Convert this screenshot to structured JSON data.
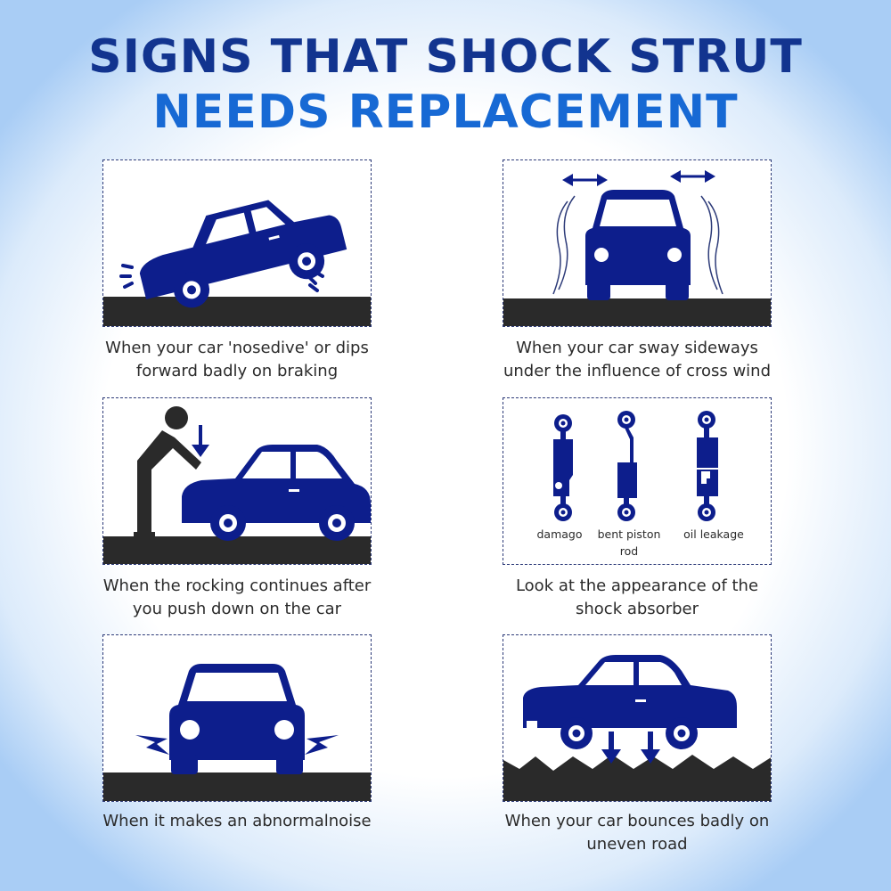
{
  "title": {
    "line1": "SIGNS THAT SHOCK STRUT",
    "line2": "NEEDS REPLACEMENT"
  },
  "colors": {
    "title_dark_blue": "#12348f",
    "title_light_blue": "#1769d4",
    "car_blue": "#0d1e8c",
    "ground": "#2a2a2a"
  },
  "panels": [
    {
      "icon": "car-nosedive-icon",
      "caption_line1": "When your car 'nosedive' or dips",
      "caption_line2": "forward badly on braking"
    },
    {
      "icon": "car-sway-icon",
      "caption_line1": "When your car sway sideways",
      "caption_line2": "under the influence of cross wind"
    },
    {
      "icon": "car-push-rocking-icon",
      "caption_line1": "When the rocking continues after",
      "caption_line2": "you push down on the car"
    },
    {
      "icon": "shock-absorber-icon",
      "caption_line1": "Look at the appearance of the",
      "caption_line2": "shock absorber",
      "labels": {
        "damage": "damago",
        "bent_line1": "bent piston",
        "bent_line2": "rod",
        "oil": "oil leakage"
      }
    },
    {
      "icon": "car-noise-icon",
      "caption_line1": "When it makes an abnormalnoise",
      "caption_line2": ""
    },
    {
      "icon": "car-bounce-icon",
      "caption_line1": "When your car bounces badly on",
      "caption_line2": "uneven road"
    }
  ]
}
